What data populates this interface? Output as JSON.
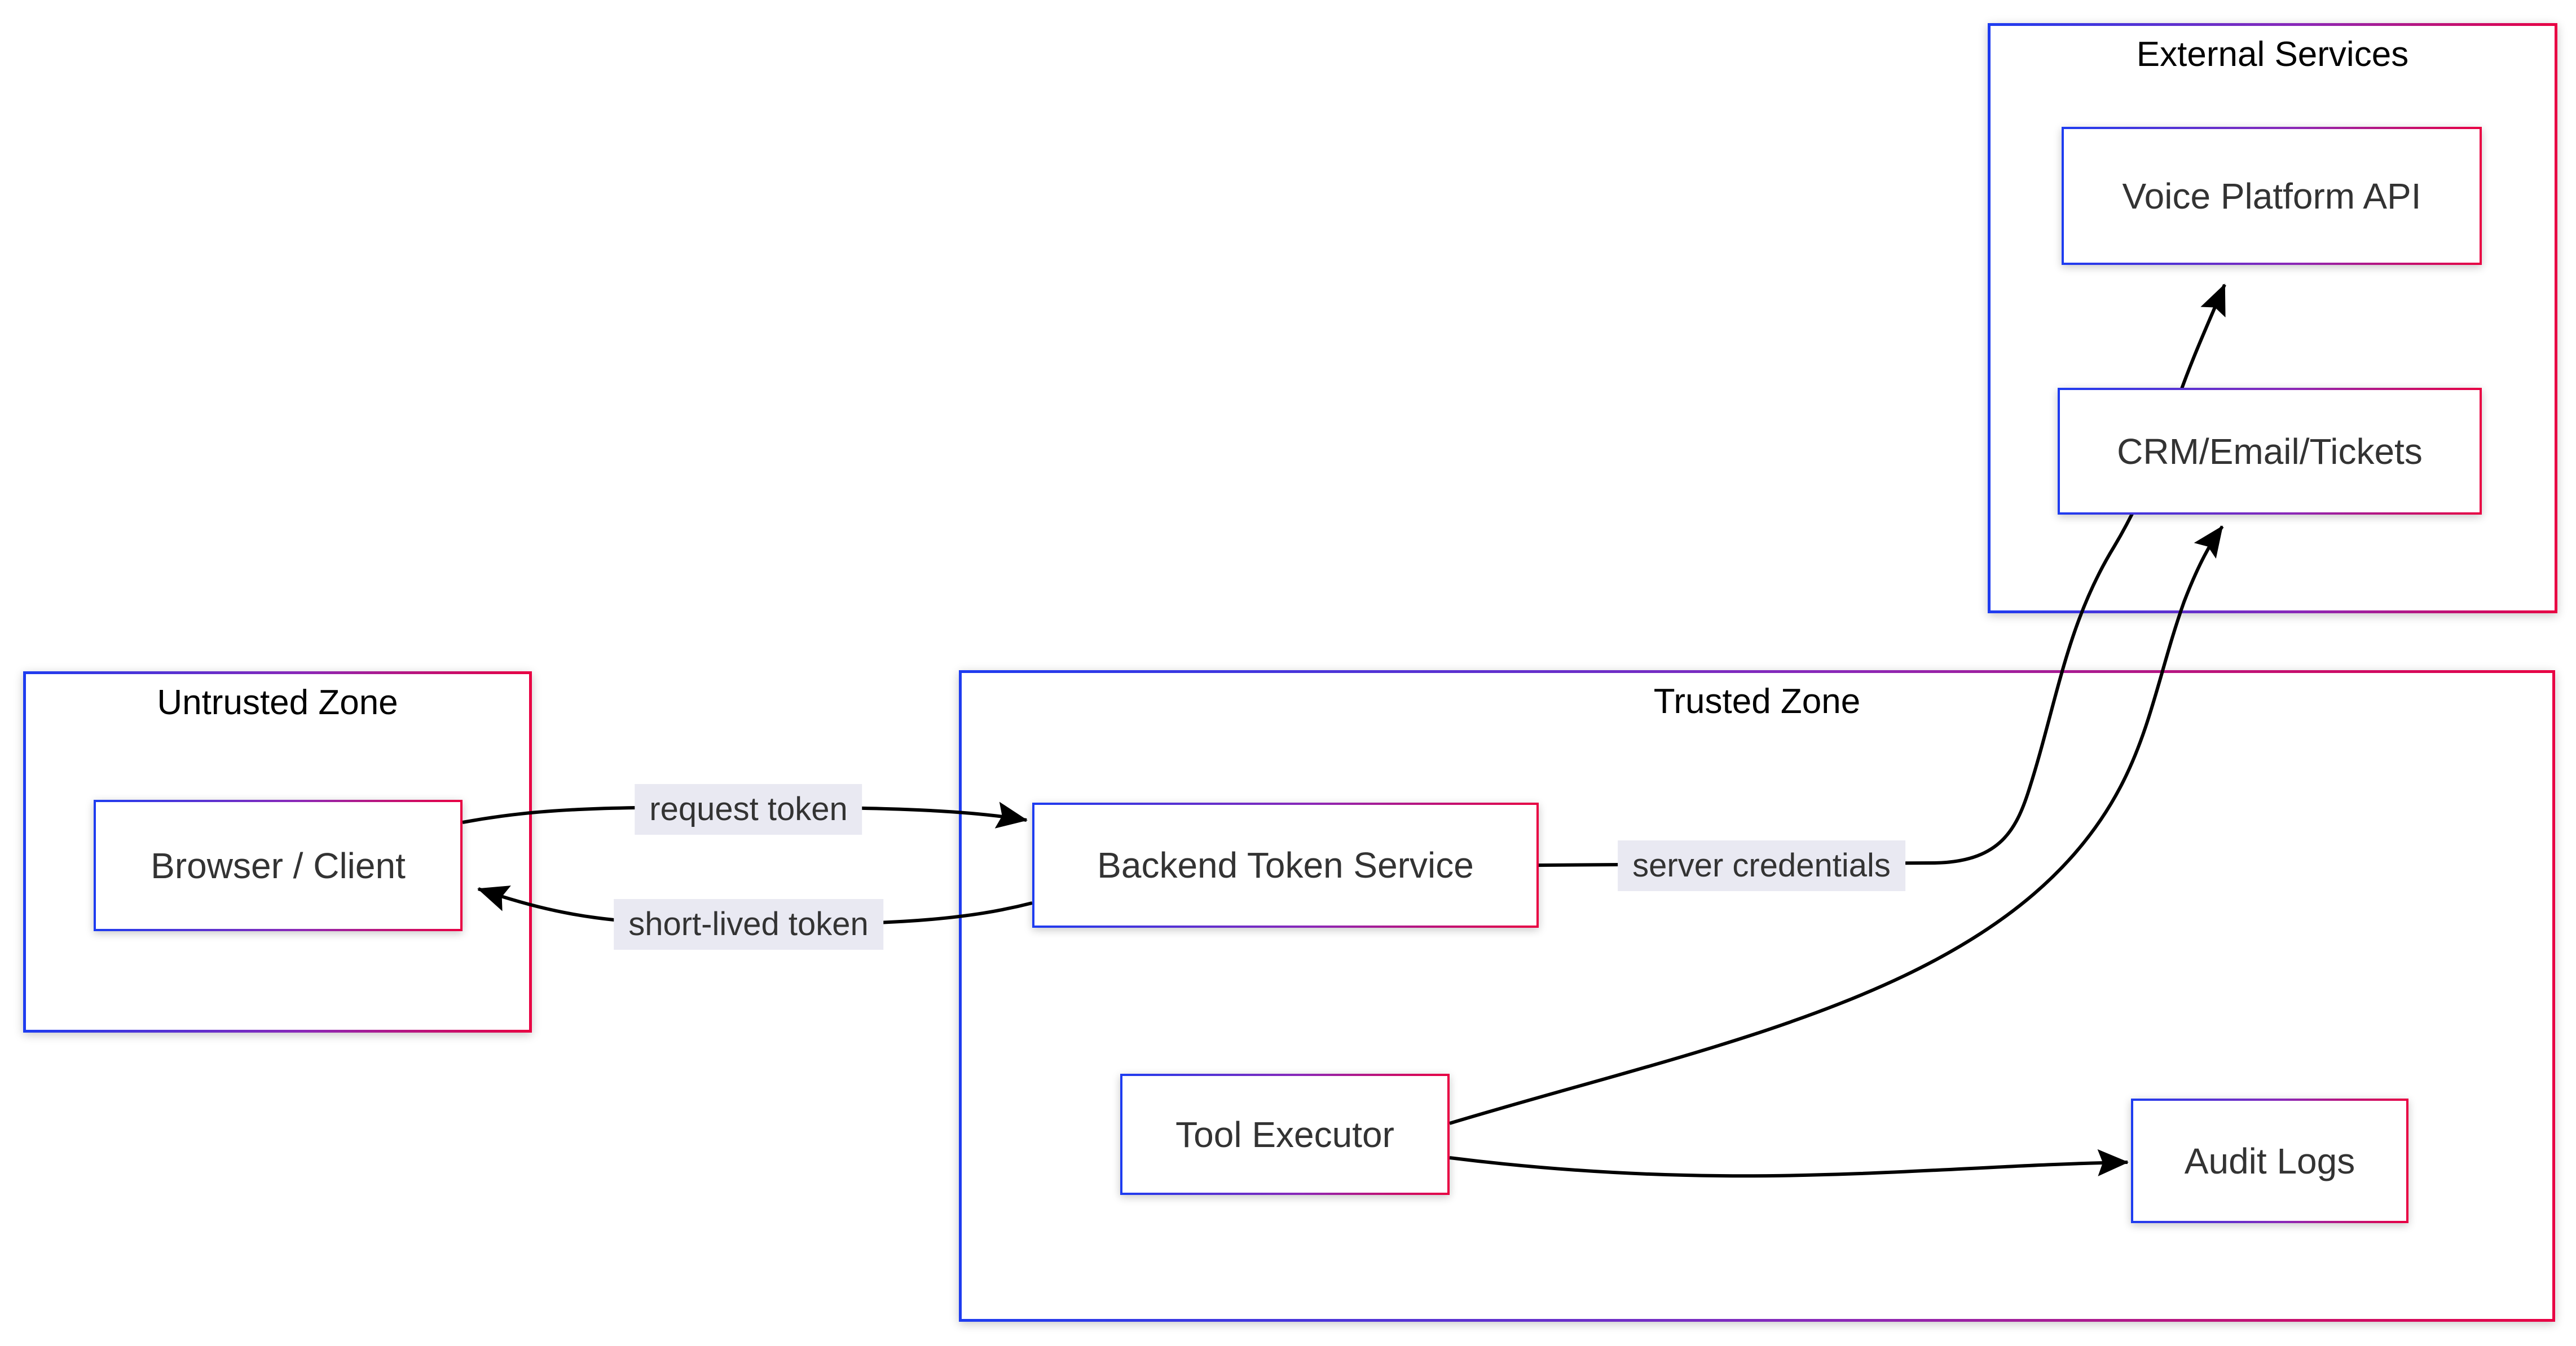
{
  "diagram": {
    "zones": {
      "external_services": {
        "title": "External Services"
      },
      "untrusted": {
        "title": "Untrusted Zone"
      },
      "trusted": {
        "title": "Trusted Zone"
      }
    },
    "nodes": {
      "voice_platform_api": {
        "label": "Voice Platform API",
        "zone": "External Services"
      },
      "crm_email_tickets": {
        "label": "CRM/Email/Tickets",
        "zone": "External Services"
      },
      "browser_client": {
        "label": "Browser / Client",
        "zone": "Untrusted Zone"
      },
      "backend_token_service": {
        "label": "Backend Token Service",
        "zone": "Trusted Zone"
      },
      "tool_executor": {
        "label": "Tool Executor",
        "zone": "Trusted Zone"
      },
      "audit_logs": {
        "label": "Audit Logs",
        "zone": "Trusted Zone"
      }
    },
    "edge_labels": {
      "request_token": "request token",
      "short_lived_token": "short-lived token",
      "server_credentials": "server credentials"
    },
    "edges": [
      {
        "from": "Browser / Client",
        "to": "Backend Token Service",
        "label": "request token"
      },
      {
        "from": "Backend Token Service",
        "to": "Browser / Client",
        "label": "short-lived token"
      },
      {
        "from": "Backend Token Service",
        "to": "Voice Platform API",
        "label": "server credentials"
      },
      {
        "from": "Tool Executor",
        "to": "CRM/Email/Tickets",
        "label": ""
      },
      {
        "from": "Tool Executor",
        "to": "Audit Logs",
        "label": ""
      }
    ],
    "colors": {
      "gradient_start": "#1e3cf0",
      "gradient_mid": "#8a28b8",
      "gradient_end": "#e80043",
      "edge_stroke": "#000000",
      "node_text": "#333333",
      "zone_title": "#000000",
      "label_bg": "#e9e9f2",
      "canvas_bg": "#ffffff"
    }
  }
}
